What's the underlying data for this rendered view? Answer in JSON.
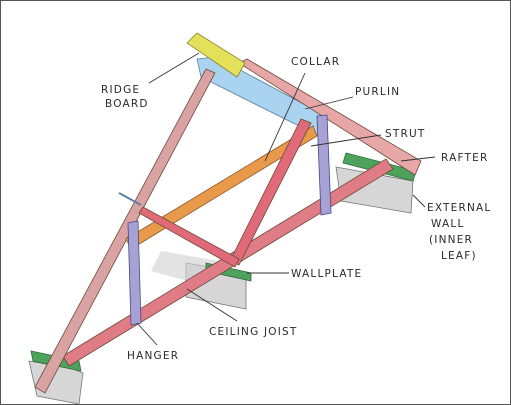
{
  "labels": {
    "ridge_board": [
      "RIDGE",
      "BOARD"
    ],
    "collar": "COLLAR",
    "purlin": "PURLIN",
    "strut": "STRUT",
    "rafter": "RAFTER",
    "external_wall": [
      "EXTERNAL",
      "WALL",
      "(INNER",
      "LEAF)"
    ],
    "wallplate": "WALLPLATE",
    "ceiling_joist": "CEILING JOIST",
    "hanger": "HANGER"
  },
  "colors": {
    "ridge_board": "#e3e05a",
    "purlin": "#a9d3ee",
    "rafter": "#e8a7a7",
    "collar": "#e89a4a",
    "strut": "#e06a78",
    "ceiling_joist": "#e07c86",
    "hanger": "#a7a2d6",
    "wallplate": "#4ea35c",
    "wall": "#d6d6d6",
    "outline": "#6b4a3a"
  }
}
